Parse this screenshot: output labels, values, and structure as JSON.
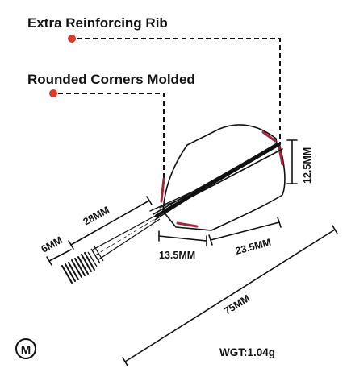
{
  "callouts": {
    "rib": "Extra Reinforcing Rib",
    "corners": "Rounded Corners Molded"
  },
  "dimensions": {
    "overall_length": "75MM",
    "shaft_length": "28MM",
    "tip_width": "6MM",
    "flight_height": "12.5MM",
    "flight_length": "23.5MM",
    "flight_front": "13.5MM"
  },
  "size_badge": "M",
  "weight": "WGT:1.04g",
  "colors": {
    "callout_dot": "#dd3b26",
    "rib_accent": "#a8263a",
    "line": "#111111"
  }
}
